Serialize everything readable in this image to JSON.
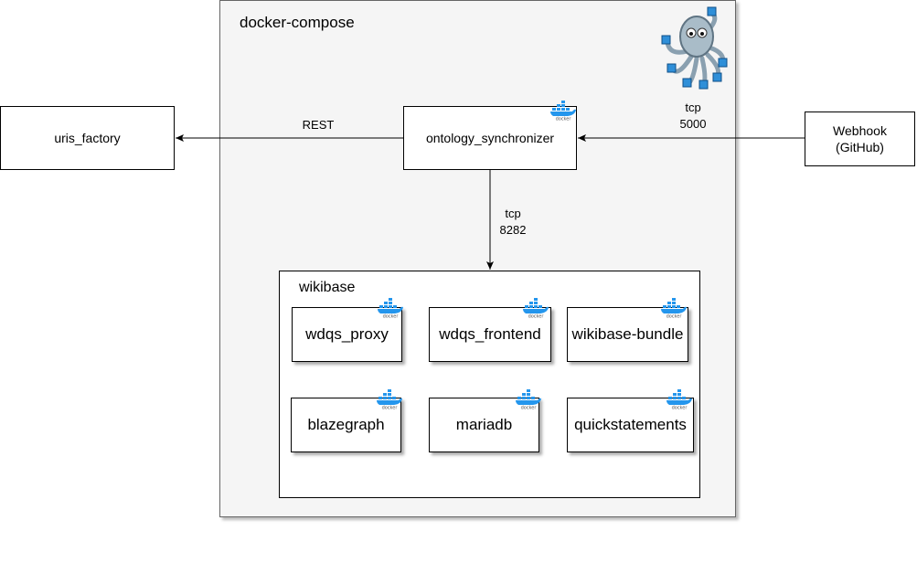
{
  "diagram": {
    "compose_title": "docker-compose",
    "wikibase_title": "wikibase",
    "nodes": {
      "uris_factory": "uris_factory",
      "ontology_synchronizer": "ontology_synchronizer",
      "webhook_line1": "Webhook",
      "webhook_line2": "(GitHub)",
      "wdqs_proxy": "wdqs_proxy",
      "wdqs_frontend": "wdqs_frontend",
      "wikibase_bundle": "wikibase-bundle",
      "blazegraph": "blazegraph",
      "mariadb": "mariadb",
      "quickstatements": "quickstatements"
    },
    "edges": {
      "rest": "REST",
      "tcp1_proto": "tcp",
      "tcp1_port": "5000",
      "tcp2_proto": "tcp",
      "tcp2_port": "8282"
    },
    "docker_badge_text": "docker"
  }
}
